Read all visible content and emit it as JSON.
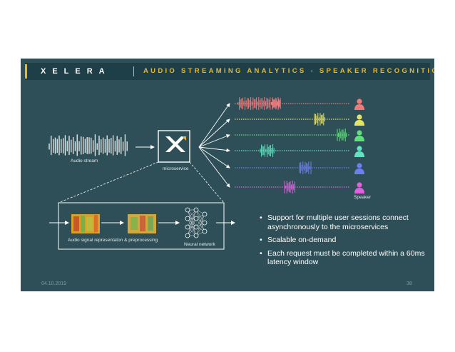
{
  "header": {
    "logo": "XELERA",
    "title": "AUDIO STREAMING ANALYTICS - SPEAKER RECOGNITION",
    "accent_color": "#e8b730"
  },
  "diagram": {
    "audio_stream_label": "Audio stream",
    "microservice_label": "microservice",
    "speaker_label": "Speaker",
    "preprocessing_label": "Audio signal representaton & preprocessing",
    "neural_network_label": "Neural network",
    "speakers": [
      {
        "color": "#f07a7a"
      },
      {
        "color": "#e6e36a"
      },
      {
        "color": "#5fe07a"
      },
      {
        "color": "#5fe3c0"
      },
      {
        "color": "#6b7ff0"
      },
      {
        "color": "#e35fe0"
      }
    ],
    "icons": [
      "microservice-x-icon",
      "neural-network-icon",
      "person-icon"
    ]
  },
  "bullets": [
    "Support for multiple user sessions connect asynchronously to the microservices",
    "Scalable on-demand",
    "Each request must be completed within a 60ms latency window"
  ],
  "footer": {
    "date": "04.10.2019",
    "page": "38"
  }
}
